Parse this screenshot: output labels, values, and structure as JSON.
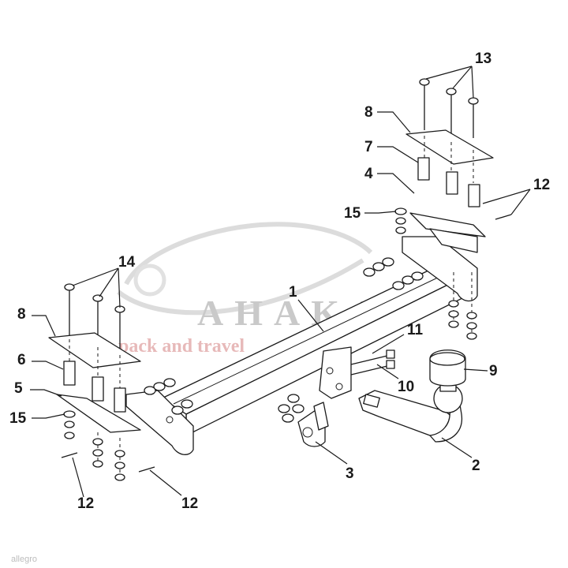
{
  "callouts": [
    "1",
    "2",
    "3",
    "4",
    "5",
    "6",
    "7",
    "8",
    "9",
    "10",
    "11",
    "12",
    "13",
    "14",
    "15"
  ],
  "watermark": {
    "brand": "AHAKA",
    "tagline": "pack and travel"
  },
  "footer": {
    "source": "allegro"
  }
}
